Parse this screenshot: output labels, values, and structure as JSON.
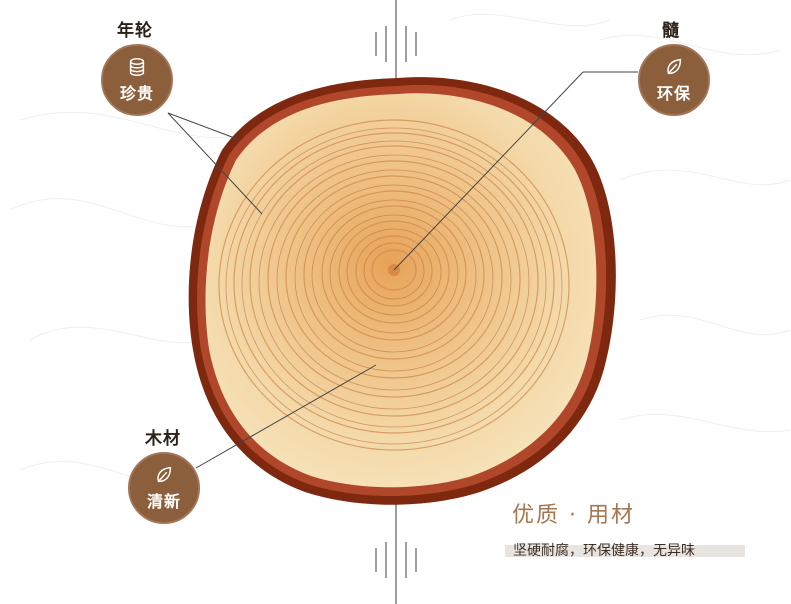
{
  "annotations": {
    "growth_rings": {
      "title": "年轮",
      "badge_text": "珍贵",
      "icon": "coins-icon"
    },
    "pith": {
      "title": "髓",
      "badge_text": "环保",
      "icon": "leaf-icon"
    },
    "wood": {
      "title": "木材",
      "badge_text": "清新",
      "icon": "leaf-icon"
    }
  },
  "feature": {
    "headline": "优质 · 用材",
    "description": "坚硬耐腐，环保健康，无异味"
  },
  "colors": {
    "badge": "#8b5e3c",
    "bark": "#8a2c12",
    "wood_light": "#f3d9a8",
    "wood_center": "#e9a45a",
    "ring": "#c97b42",
    "headline": "#a5764f"
  }
}
